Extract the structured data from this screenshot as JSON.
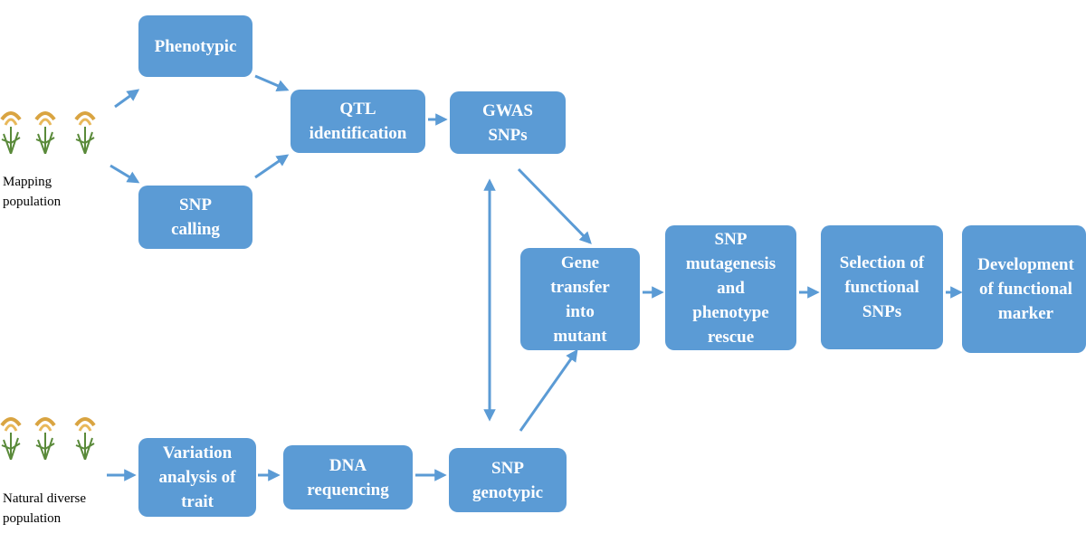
{
  "diagram": {
    "nodes": {
      "phenotypic": "Phenotypic",
      "snp_calling": "SNP\ncalling",
      "qtl": "QTL\nidentification",
      "gwas": "GWAS\nSNPs",
      "gene_transfer": "Gene\ntransfer\ninto\nmutant",
      "snp_mutagenesis": "SNP\nmutagenesis\nand\nphenotype\nrescue",
      "selection": "Selection of\nfunctional\nSNPs",
      "development": "Development\nof functional\nmarker",
      "variation": "Variation\nanalysis of\ntrait",
      "dna": "DNA\nrequencing",
      "snp_genotypic": "SNP\ngenotypic"
    },
    "labels": {
      "mapping": "Mapping\npopulation",
      "natural": "Natural diverse\npopulation"
    },
    "colors": {
      "box_fill": "#5b9bd5",
      "arrow": "#5b9bd5",
      "text_on_box": "#ffffff"
    },
    "icons": [
      "rice-plant-icon"
    ]
  }
}
